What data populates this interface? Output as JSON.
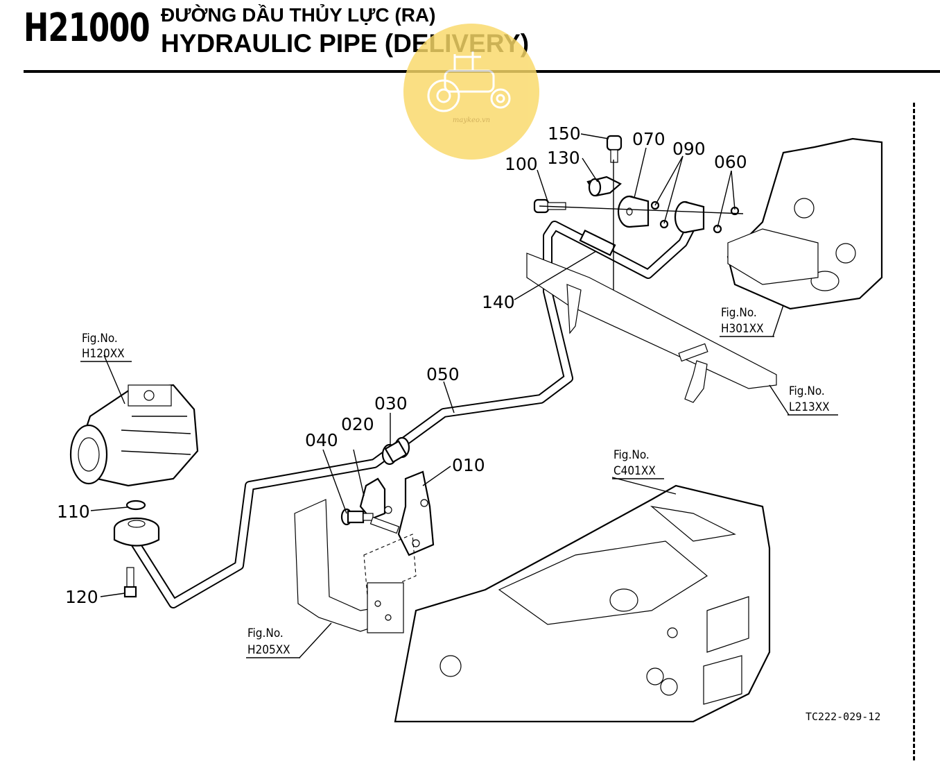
{
  "header": {
    "code": "H21000",
    "title_vi": "ĐƯỜNG DẦU THỦY LỰC (RA)",
    "title_en": "HYDRAULIC PIPE (DELIVERY)"
  },
  "watermark": {
    "text": "maykeo.vn",
    "color": "#f9d968"
  },
  "part_labels": {
    "p010": "010",
    "p020": "020",
    "p030": "030",
    "p040": "040",
    "p050": "050",
    "p060": "060",
    "p070": "070",
    "p090": "090",
    "p100": "100",
    "p110": "110",
    "p120": "120",
    "p130": "130",
    "p140": "140",
    "p150": "150"
  },
  "fig_refs": {
    "h120": {
      "label": "Fig.No.",
      "code": "H120XX"
    },
    "h301": {
      "label": "Fig.No.",
      "code": "H301XX"
    },
    "l213": {
      "label": "Fig.No.",
      "code": "L213XX"
    },
    "c401": {
      "label": "Fig.No.",
      "code": "C401XX"
    },
    "h205": {
      "label": "Fig.No.",
      "code": "H205XX"
    }
  },
  "drawing_ref": "TC222-029-12"
}
